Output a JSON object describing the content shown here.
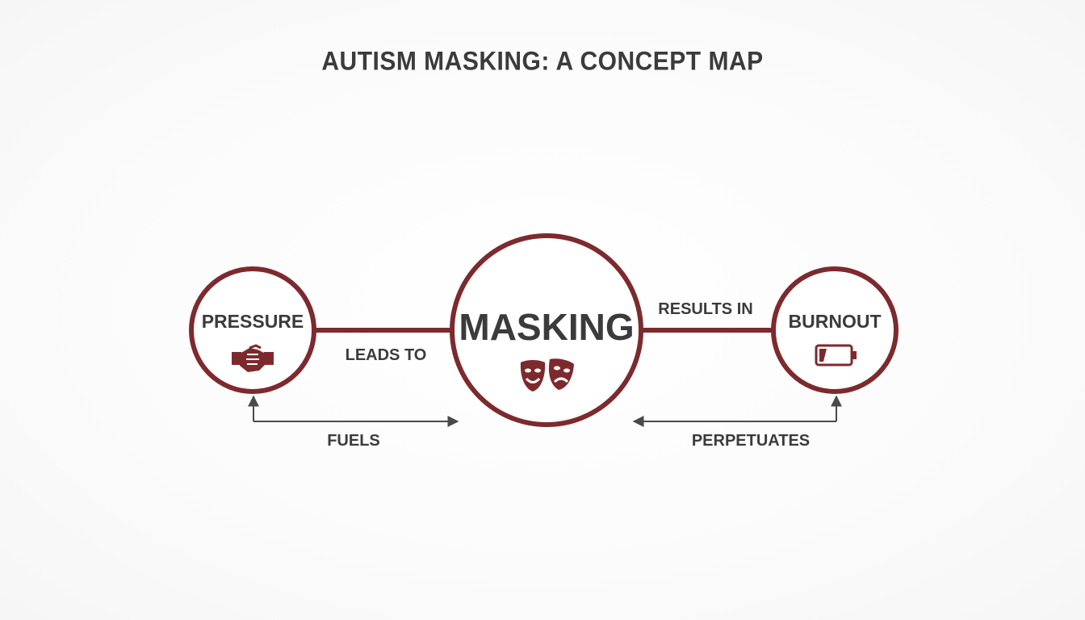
{
  "title": "AUTISM MASKING: A CONCEPT MAP",
  "colors": {
    "accent": "#7d2a2e",
    "text": "#3b3b3b",
    "arrow": "#4a4a4a",
    "background": "#fdfdfd"
  },
  "nodes": [
    {
      "id": "pressure",
      "label": "PRESSURE",
      "icon": "handshake-icon"
    },
    {
      "id": "masking",
      "label": "MASKING",
      "icon": "theater-masks-icon"
    },
    {
      "id": "burnout",
      "label": "BURNOUT",
      "icon": "low-battery-icon"
    }
  ],
  "edges": [
    {
      "from": "pressure",
      "to": "masking",
      "label": "LEADS TO"
    },
    {
      "from": "masking",
      "to": "burnout",
      "label": "RESULTS IN"
    },
    {
      "from": "pressure",
      "to": "masking",
      "label": "FUELS"
    },
    {
      "from": "burnout",
      "to": "masking",
      "label": "PERPETUATES"
    }
  ]
}
